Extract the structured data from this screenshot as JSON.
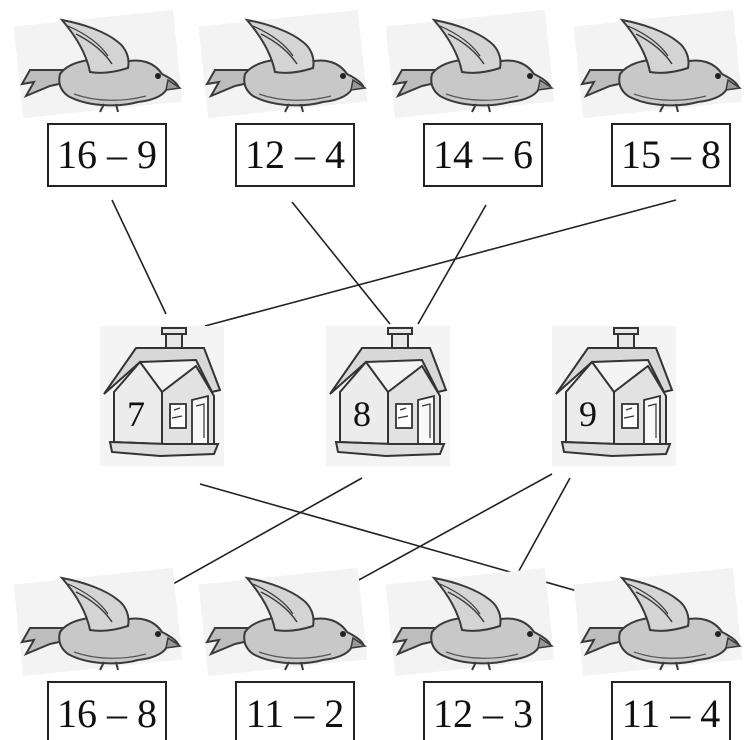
{
  "top_birds": [
    {
      "expression": "16 – 9"
    },
    {
      "expression": "12 – 4"
    },
    {
      "expression": "14 – 6"
    },
    {
      "expression": "15 – 8"
    }
  ],
  "houses": [
    {
      "number": "7"
    },
    {
      "number": "8"
    },
    {
      "number": "9"
    }
  ],
  "bottom_birds": [
    {
      "expression": "16 – 8"
    },
    {
      "expression": "11 – 2"
    },
    {
      "expression": "12 – 3"
    },
    {
      "expression": "11 – 4"
    }
  ],
  "colors": {
    "bird_fill": "#c8c8c8",
    "bird_stroke": "#3a3a3a",
    "house_fill": "#e8e8e8",
    "line": "#222222"
  }
}
